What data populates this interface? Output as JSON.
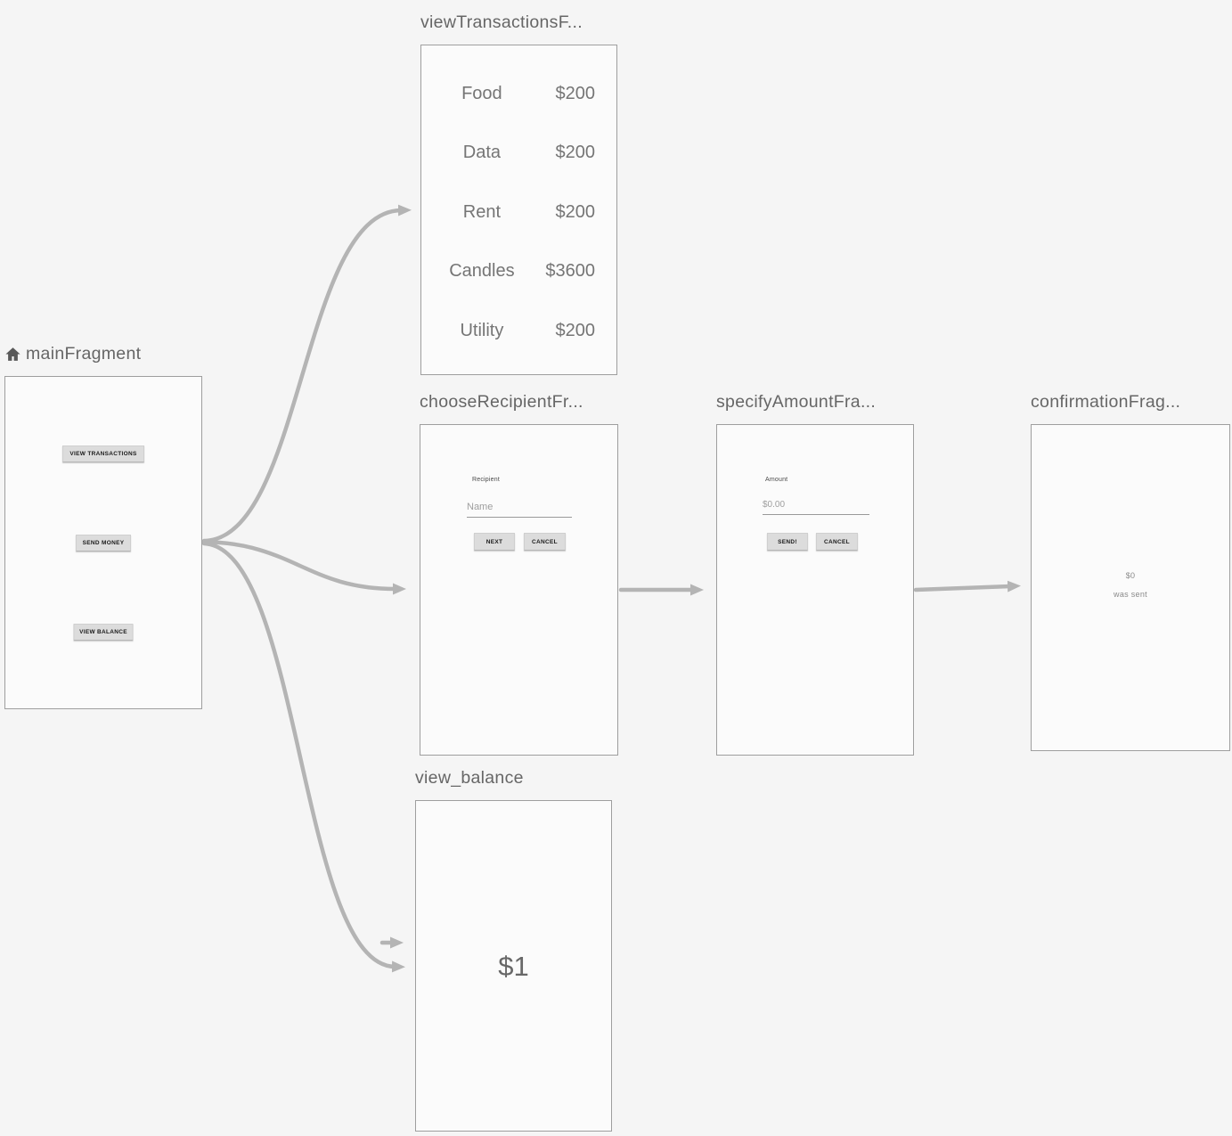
{
  "canvas": {
    "background_color": "#f5f5f5",
    "box_background_color": "#fbfbfb",
    "box_border_color": "#9e9e9e",
    "title_color": "#666666",
    "arrow_color": "#b4b4b4",
    "button_background_color": "#dcdcdc"
  },
  "graph": {
    "main": {
      "icon": "home-icon",
      "title": "mainFragment",
      "buttons": {
        "view_transactions": "VIEW TRANSACTIONS",
        "send_money": "SEND MONEY",
        "view_balance": "VIEW BALANCE"
      }
    },
    "view_transactions": {
      "title": "viewTransactionsF...",
      "rows": [
        {
          "name": "Food",
          "amount": "$200"
        },
        {
          "name": "Data",
          "amount": "$200"
        },
        {
          "name": "Rent",
          "amount": "$200"
        },
        {
          "name": "Candles",
          "amount": "$3600"
        },
        {
          "name": "Utility",
          "amount": "$200"
        }
      ]
    },
    "choose_recipient": {
      "title": "chooseRecipientFr...",
      "field_label": "Recipient",
      "field_value": "Name",
      "next_button": "NEXT",
      "cancel_button": "CANCEL"
    },
    "specify_amount": {
      "title": "specifyAmountFra...",
      "field_label": "Amount",
      "field_value": "$0.00",
      "send_button": "SEND!",
      "cancel_button": "CANCEL"
    },
    "confirmation": {
      "title": "confirmationFrag...",
      "amount": "$0",
      "message": "was sent"
    },
    "view_balance": {
      "title": "view_balance",
      "balance": "$1"
    }
  }
}
